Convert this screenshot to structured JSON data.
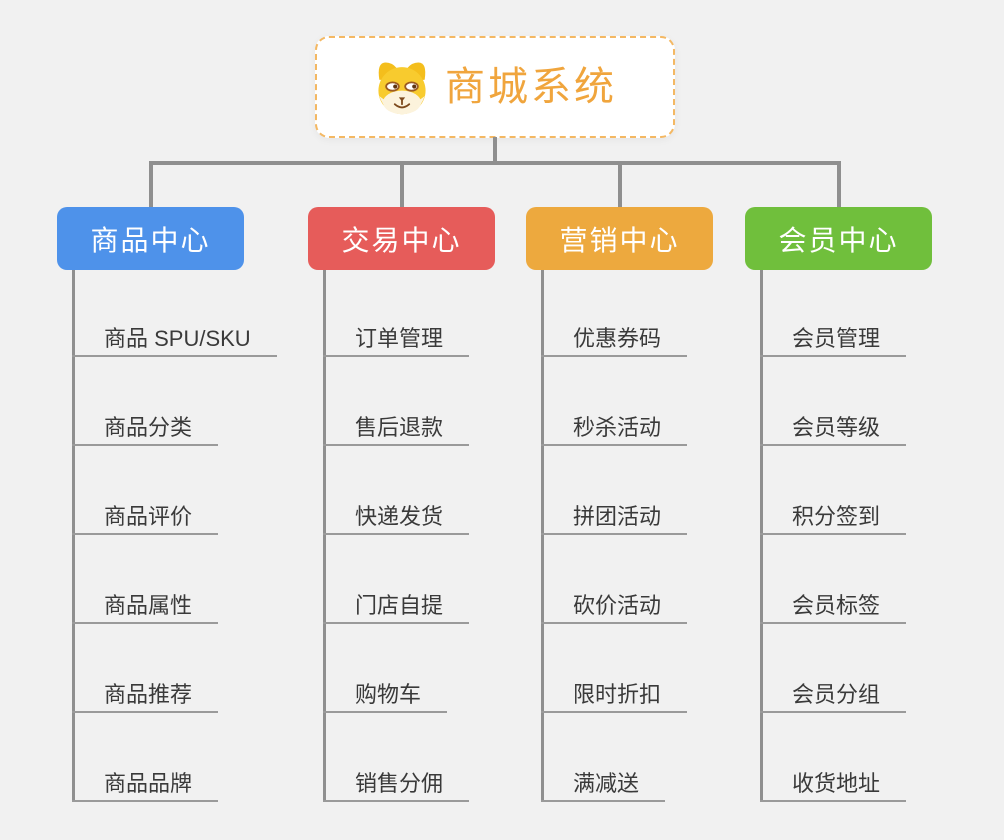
{
  "page": {
    "background": "#f1f1f1"
  },
  "colors": {
    "connector": "#8f8f8f",
    "underline": "#9a9a9a",
    "child_text": "#3a3a3a"
  },
  "root": {
    "title": "商城系统",
    "icon": "dog-face",
    "title_color": "#f0a53d",
    "border_color": "#f4b863",
    "background": "#ffffff"
  },
  "branches": [
    {
      "label": "商品中心",
      "color": "#4e92ea",
      "children": [
        "商品 SPU/SKU",
        "商品分类",
        "商品评价",
        "商品属性",
        "商品推荐",
        "商品品牌"
      ]
    },
    {
      "label": "交易中心",
      "color": "#e65c5a",
      "children": [
        "订单管理",
        "售后退款",
        "快递发货",
        "门店自提",
        "购物车",
        "销售分佣"
      ]
    },
    {
      "label": "营销中心",
      "color": "#eda93e",
      "children": [
        "优惠券码",
        "秒杀活动",
        "拼团活动",
        "砍价活动",
        "限时折扣",
        "满减送"
      ]
    },
    {
      "label": "会员中心",
      "color": "#70bf3c",
      "children": [
        "会员管理",
        "会员等级",
        "积分签到",
        "会员标签",
        "会员分组",
        "收货地址"
      ]
    }
  ]
}
